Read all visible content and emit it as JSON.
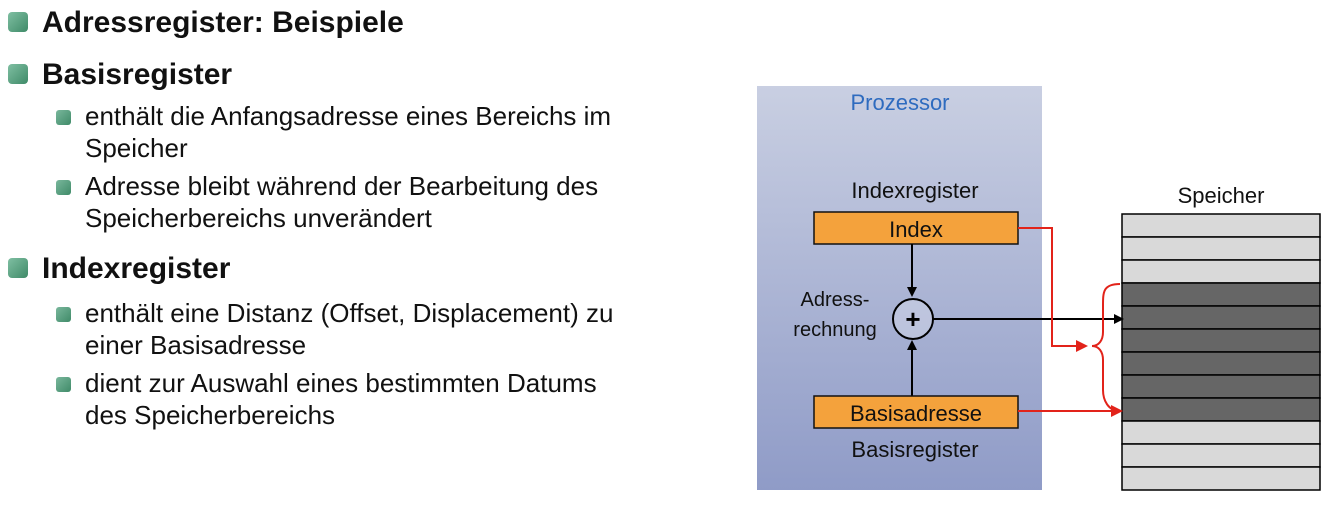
{
  "slide": {
    "title": "Adressregister: Beispiele",
    "sections": [
      {
        "heading": "Basisregister",
        "items": [
          {
            "lines": [
              "enthält die  Anfangsadresse eines Bereichs im",
              "Speicher"
            ]
          },
          {
            "lines": [
              "Adresse bleibt während der Bearbeitung des",
              "Speicherbereichs unverändert"
            ]
          }
        ]
      },
      {
        "heading": "Indexregister",
        "items": [
          {
            "lines": [
              "enthält eine Distanz (Offset, Displacement) zu",
              "einer Basisadresse"
            ]
          },
          {
            "lines": [
              "dient zur Auswahl eines bestimmten Datums",
              "des Speicherbereichs"
            ]
          }
        ]
      }
    ]
  },
  "diagram": {
    "processor_label": "Prozessor",
    "index_register_label": "Indexregister",
    "index_box_label": "Index",
    "address_calc_label_1": "Adress-",
    "address_calc_label_2": "rechnung",
    "plus_symbol": "+",
    "base_box_label": "Basisadresse",
    "base_register_label": "Basisregister",
    "memory_label": "Speicher",
    "colors": {
      "processor_bg_top": "#c9cfe2",
      "processor_bg_bottom": "#8f9bc7",
      "processor_title": "#2e6bbf",
      "register_box": "#f4a23c",
      "red_arrow": "#e2231a",
      "memory_light": "#d9d9d9",
      "memory_dark": "#666666"
    }
  }
}
